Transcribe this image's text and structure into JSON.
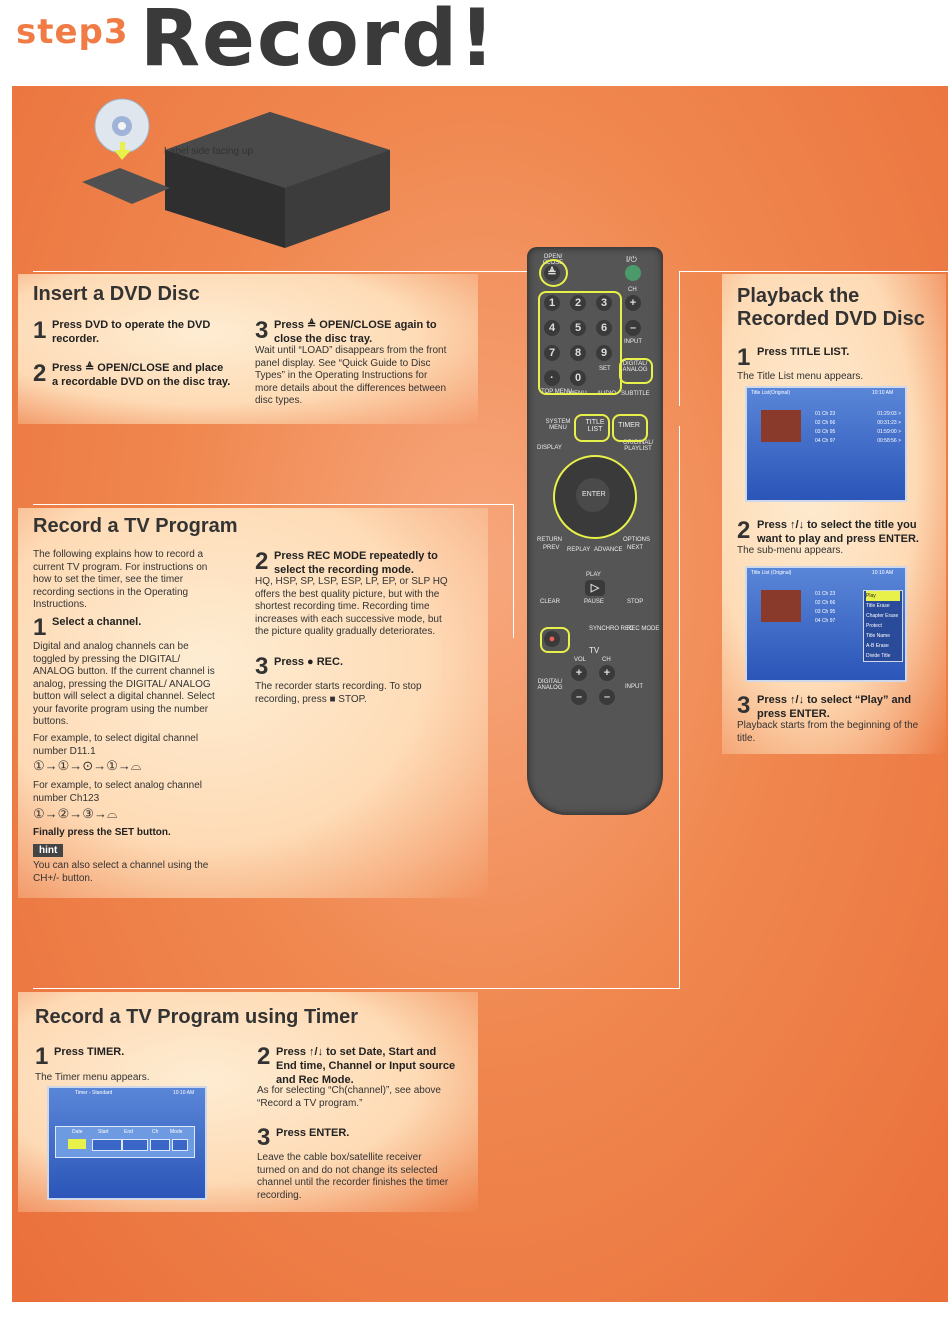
{
  "header": {
    "step_label": "step3",
    "title": "Record!"
  },
  "insert": {
    "drawing_label": "Label side facing up",
    "heading": "Insert a DVD Disc",
    "s1_num": "1",
    "s1_text": "Press DVD to operate the DVD recorder.",
    "s2_num": "2",
    "s2_text": "Press ≜ OPEN/CLOSE and place a recordable DVD on the disc tray.",
    "s3_num": "3",
    "s3_text": "Press ≜ OPEN/CLOSE again to close the disc tray.",
    "s3_body": "Wait until “LOAD” disappears from the front panel display. See “Quick Guide to Disc Types” in the Operating Instructions for more details about the differences between disc types."
  },
  "record": {
    "heading": "Record a TV Program",
    "intro": "The following explains how to record a current TV program. For instructions on how to set the timer, see the timer recording sections in the Operating Instructions.",
    "s1_num": "1",
    "s1_text": "Select a channel.",
    "s1_body": "Digital and analog channels can be toggled by pressing the DIGITAL/ ANALOG button. If the current channel is analog, pressing the DIGITAL/ ANALOG button will select a digital channel. Select your favorite program using the number buttons.",
    "ex1": "For example, to select digital channel number D11.1",
    "ex1_seq": "①→①→⊙→①→⌓",
    "ex2": "For example, to select analog channel number Ch123",
    "ex2_seq": "①→②→③→⌓",
    "finally": "Finally press the SET button.",
    "hint_label": "hint",
    "hint_text": "You can also select a channel using the CH+/- button.",
    "s2_num": "2",
    "s2_text": "Press REC MODE repeatedly to select the recording mode.",
    "s2_body": "HQ, HSP, SP, LSP, ESP, LP, EP, or SLP HQ offers the best quality picture, but with the shortest recording time. Recording time increases with each successive mode, but the picture quality gradually deteriorates.",
    "s3_num": "3",
    "s3_text": "Press ● REC.",
    "s3_body": "The recorder starts recording. To stop recording, press ■ STOP."
  },
  "timer": {
    "heading": "Record a TV Program using Timer",
    "s1_num": "1",
    "s1_text": "Press TIMER.",
    "s1_body": "The Timer menu appears.",
    "s2_num": "2",
    "s2_text": "Press ↑/↓ to set Date, Start and End time, Channel or Input source and Rec Mode.",
    "s2_body": "As for selecting “Ch(channel)”, see above “Record a TV program.”",
    "s3_num": "3",
    "s3_text": "Press ENTER.",
    "s3_body": "Leave the cable box/satellite receiver turned on and do not change its selected channel until the recorder finishes the timer recording.",
    "screen_title": "Timer - Standard",
    "screen_time": "10:10 AM",
    "screen_cols": [
      "Date",
      "Start",
      "End",
      "Ch",
      "Mode"
    ]
  },
  "playback": {
    "heading_line1": "Playback the",
    "heading_line2": "Recorded DVD Disc",
    "s1_num": "1",
    "s1_text": "Press TITLE LIST.",
    "s1_body": "The Title List menu appears.",
    "s2_num": "2",
    "s2_text": "Press ↑/↓ to select the title you want to play and press ENTER.",
    "s2_body": "The sub-menu appears.",
    "s3_num": "3",
    "s3_text": "Press ↑/↓ to select “Play” and press ENTER.",
    "s3_body": "Playback starts from the beginning of the title.",
    "screen1_title": "Title List(Original)",
    "screen2_title": "Title List (Original)",
    "screen_time": "10:10 AM",
    "rows": [
      "01 Ch 23",
      "02 Ch 66",
      "03 Ch 95",
      "04 Ch 97"
    ],
    "lengths": [
      "01:29:03 >",
      "00:31:23 >",
      "01:59:00 >",
      "00:58:56 >"
    ],
    "submenu": [
      "Play",
      "Title Erase",
      "Chapter Erase",
      "Protect",
      "Title Name",
      "A-B Erase",
      "Divide Title"
    ]
  },
  "remote": {
    "open_close": "OPEN/ CLOSE",
    "power": "I/⏻",
    "keys": [
      "1",
      "2",
      "3",
      "4",
      "5",
      "6",
      "7",
      "8",
      "9",
      "·",
      "0"
    ],
    "ch": "CH",
    "input": "INPUT",
    "set": "SET",
    "digital_analog": "DIGITAL/ ANALOG",
    "top_menu": "TOP MENU",
    "menu": "MENU",
    "audio": "AUDIO",
    "subtitle": "SUBTITLE",
    "system_menu": "SYSTEM MENU",
    "title_list": "TITLE LIST",
    "timer": "TIMER",
    "display": "DISPLAY",
    "original_playlist": "ORIGINAL/ PLAYLIST",
    "enter": "ENTER",
    "return": "RETURN",
    "options": "OPTIONS",
    "prev": "PREV",
    "replay": "REPLAY",
    "advance": "ADVANCE",
    "next": "NEXT",
    "play": "PLAY",
    "clear": "CLEAR",
    "pause": "PAUSE",
    "stop": "STOP",
    "synchro_rec": "SYNCHRO REC",
    "rec_mode": "REC MODE",
    "tv": "TV",
    "vol": "VOL"
  },
  "colors": {
    "accent": "#f07b45",
    "background": "#f08850",
    "highlight": "#e8f04a"
  }
}
